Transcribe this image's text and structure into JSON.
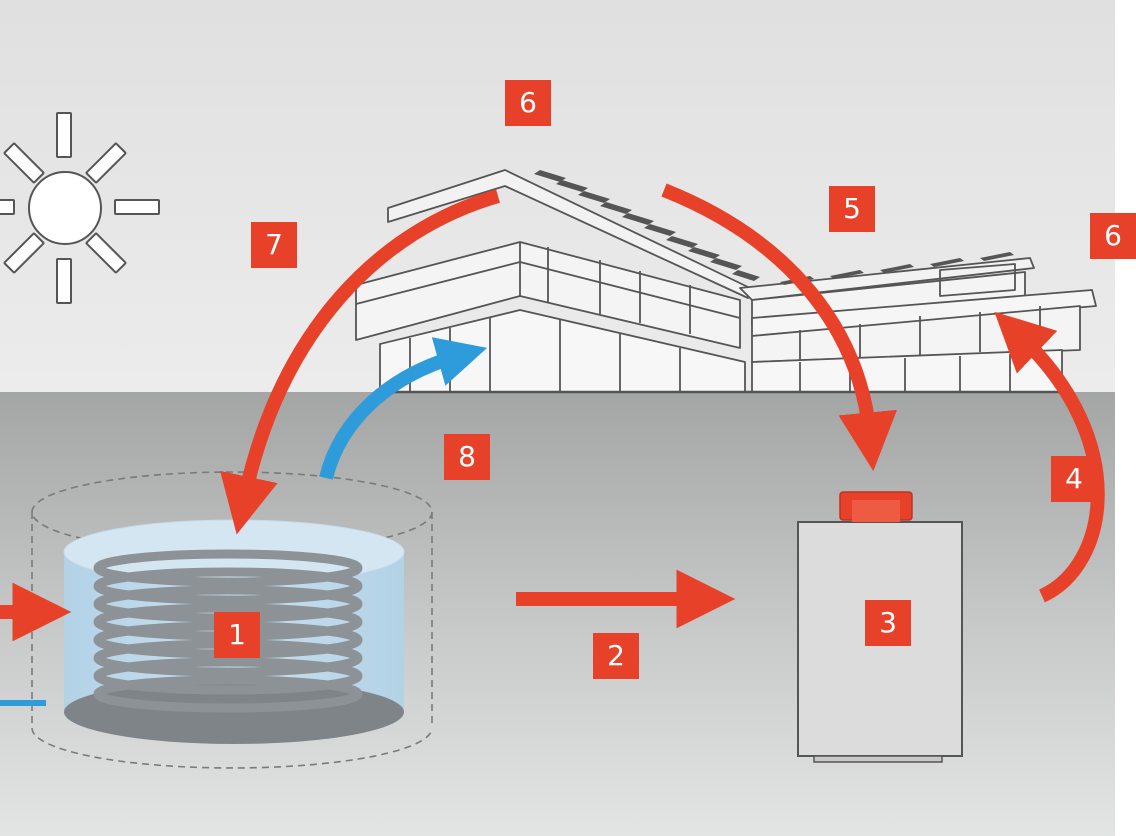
{
  "colors": {
    "sky_top": "#e2e3e2",
    "sky_bottom": "#e9eaea",
    "ground": "#a9aaaa",
    "ground_light": "#d6d7d7",
    "accent_red": "#E8412A",
    "accent_blue": "#2E9BDB",
    "tank_water": "#b9d7ea",
    "coil": "#8c9296",
    "outline": "#555555"
  },
  "icons": {
    "sun": "sun-icon",
    "solar_panels": "solar-panel-icon",
    "building": "building-icon",
    "storage_tank": "ice-storage-tank-icon",
    "heat_pump": "heat-pump-icon"
  },
  "labels": {
    "storage_tank": "1",
    "flow_to_pump": "2",
    "heat_pump": "3",
    "pump_to_building": "4",
    "roof_to_pump": "5",
    "solar_top": "6",
    "solar_right": "6",
    "roof_to_tank": "7",
    "cooling_to_building": "8"
  }
}
